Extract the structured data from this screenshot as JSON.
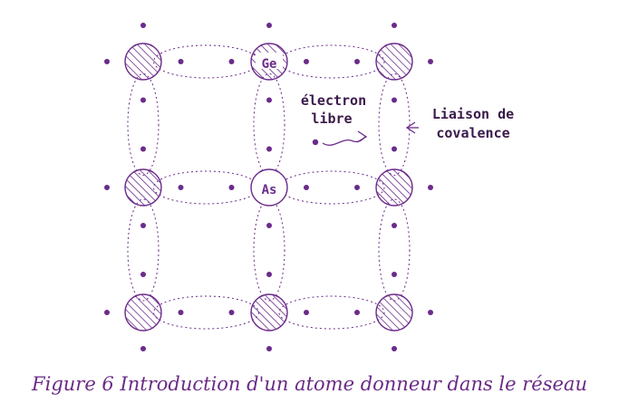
{
  "colors": {
    "accent": "#6b2b8a"
  },
  "atoms": {
    "germanium": "Ge",
    "arsenic": "As"
  },
  "labels": {
    "free_electron_line1": "électron",
    "free_electron_line2": "libre",
    "bond_line1": "Liaison de",
    "bond_line2": "covalence"
  },
  "caption": "Figure 6 Introduction d'un atome donneur dans le réseau"
}
